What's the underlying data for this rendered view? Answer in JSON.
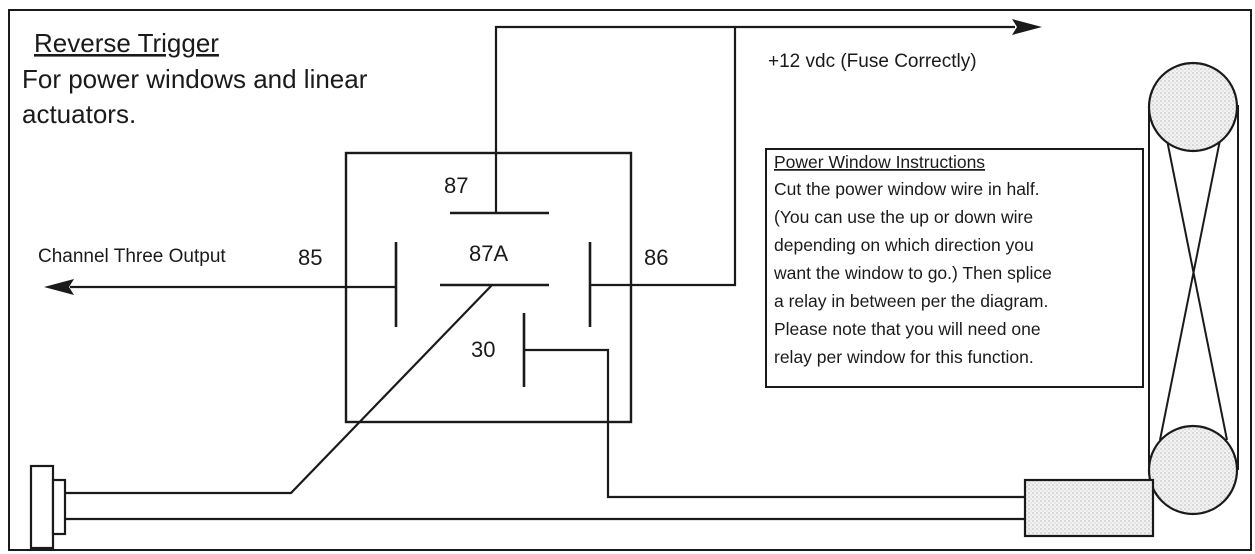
{
  "title": {
    "heading": "Reverse Trigger",
    "line1": "For power windows and linear",
    "line2": "actuators."
  },
  "labels": {
    "power": "+12 vdc (Fuse Correctly)",
    "output": "Channel Three Output",
    "pin85": "85",
    "pin86": "86",
    "pin87": "87",
    "pin87a": "87A",
    "pin30": "30"
  },
  "instructions": {
    "heading": "Power Window Instructions",
    "lines": [
      "Cut the power window wire in half.",
      "(You can use the up or down wire",
      "depending on which direction you",
      "want the window to go.) Then splice",
      "a relay in between per the diagram.",
      "Please note that you will need one",
      "relay per window for this function."
    ]
  },
  "icons": {
    "switch": "window-switch-icon",
    "motor": "window-motor-icon",
    "pulley": "window-regulator-pulley-icon"
  }
}
